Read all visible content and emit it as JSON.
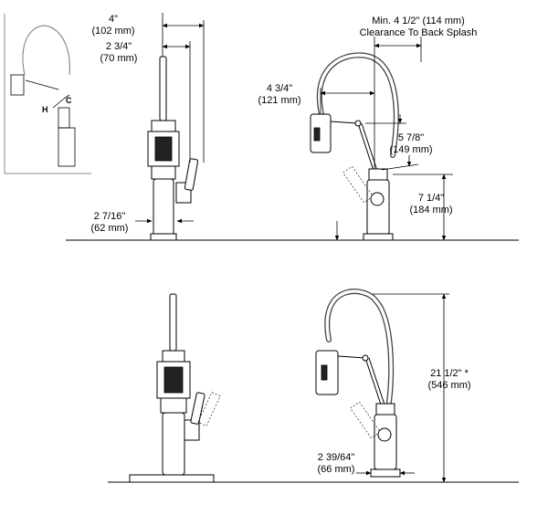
{
  "inset": {
    "label_h": "H",
    "label_c": "C"
  },
  "dimensions": {
    "width_4": {
      "imperial": "4\"",
      "metric": "(102 mm)"
    },
    "width_2_3_4": {
      "imperial": "2 3/4\"",
      "metric": "(70 mm)"
    },
    "base_2_7_16": {
      "imperial": "2 7/16\"",
      "metric": "(62 mm)"
    },
    "clearance": {
      "line1": "Min. 4 1/2\" (114 mm)",
      "line2": "Clearance To Back Splash"
    },
    "reach_4_3_4": {
      "imperial": "4 3/4\"",
      "metric": "(121 mm)"
    },
    "height_5_7_8": {
      "imperial": "5 7/8\"",
      "metric": "(149 mm)"
    },
    "height_7_1_4": {
      "imperial": "7 1/4\"",
      "metric": "(184 mm)"
    },
    "height_21_1_2": {
      "imperial": "21 1/2\" *",
      "metric": "(546 mm)"
    },
    "base_2_39_64": {
      "imperial": "2 39/64\"",
      "metric": "(66 mm)"
    }
  }
}
